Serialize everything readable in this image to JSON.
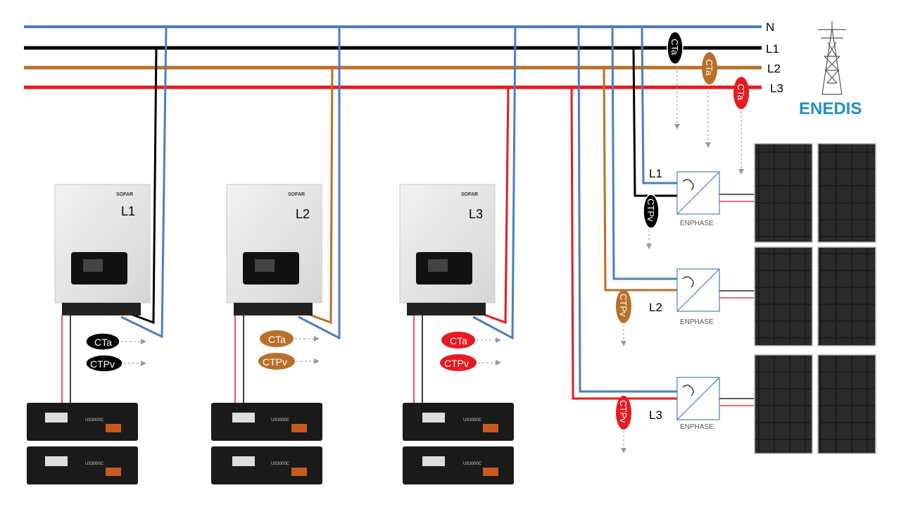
{
  "colors": {
    "neutral": "#4a7fc1",
    "l1": "#000000",
    "l2": "#b8702a",
    "l3": "#e8191f",
    "cta_l2": "#b8702a",
    "cta_l3": "#e8191f",
    "enedis": "#1f8fd0"
  },
  "bus": {
    "n_label": "N",
    "l1_label": "L1",
    "l2_label": "L2",
    "l3_label": "L3"
  },
  "grid": {
    "operator": "ENEDIS",
    "icon": "pylon-icon"
  },
  "grid_cts": [
    {
      "label": "CTa",
      "phase": "l1"
    },
    {
      "label": "CTa",
      "phase": "l2"
    },
    {
      "label": "CTa",
      "phase": "l3"
    }
  ],
  "inverters": [
    {
      "phase_label": "L1",
      "brand": "SOFAR",
      "cta": "CTa",
      "ctpv": "CTPv",
      "phase": "l1"
    },
    {
      "phase_label": "L2",
      "brand": "SOFAR",
      "cta": "CTa",
      "ctpv": "CTPv",
      "phase": "l2"
    },
    {
      "phase_label": "L3",
      "brand": "SOFAR",
      "cta": "CTa",
      "ctpv": "CTPv",
      "phase": "l3"
    }
  ],
  "batteries": {
    "model": "US3000C"
  },
  "pv_strings": [
    {
      "phase_label": "L1",
      "ctpv": "CTPv",
      "micro_brand": "ENPHASE"
    },
    {
      "phase_label": "L2",
      "ctpv": "CTPv",
      "micro_brand": "ENPHASE"
    },
    {
      "phase_label": "L3",
      "ctpv": "CTPv",
      "micro_brand": "ENPHASE"
    }
  ]
}
